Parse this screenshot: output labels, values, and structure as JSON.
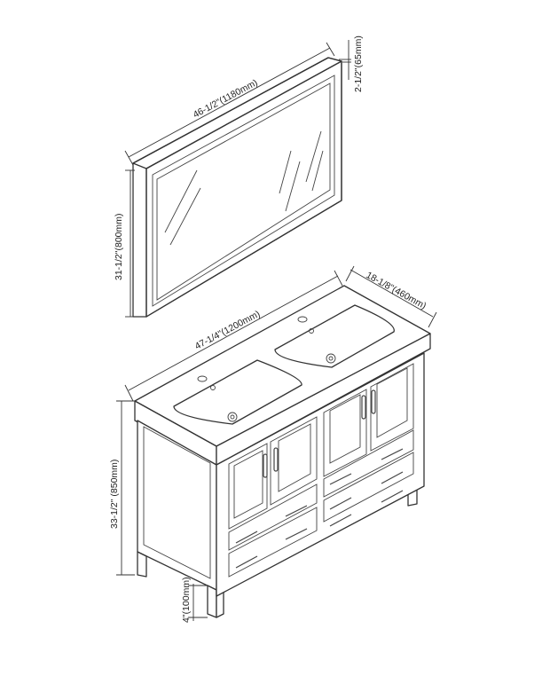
{
  "dimensions": {
    "mirror_width": "46-1/2\"(1180mm)",
    "mirror_depth": "2-1/2\"(65mm)",
    "mirror_height": "31-1/2\"(800mm)",
    "vanity_width": "47-1/4\"(1200mm)",
    "vanity_depth": "18-1/8\"(460mm)",
    "vanity_height": "33-1/2\" (850mm)",
    "leg_height": "4\"(100mm)"
  },
  "colors": {
    "line": "#333333",
    "background": "#ffffff"
  }
}
